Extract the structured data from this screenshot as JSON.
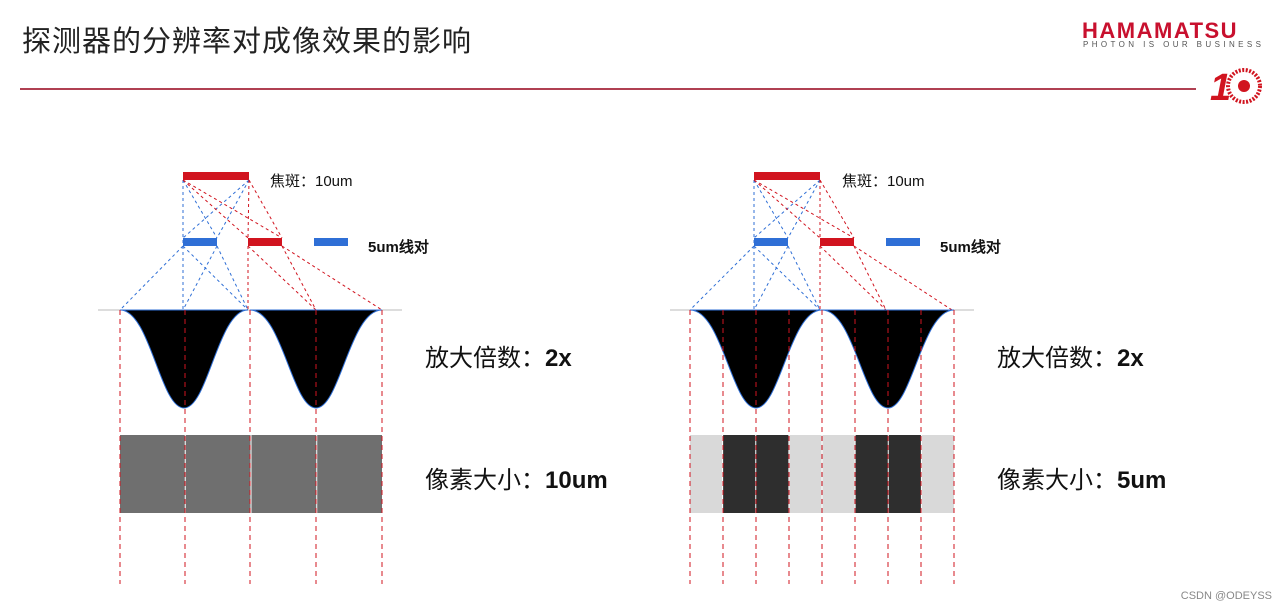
{
  "title": "探测器的分辨率对成像效果的影响",
  "logo": {
    "name": "HAMAMATSU",
    "tagline": "PHOTON IS OUR BUSINESS",
    "anniversary_mark": "10"
  },
  "colors": {
    "accent_red": "#d1141f",
    "line_blue": "#2f6fd6",
    "rule": "#b04052",
    "peak_fill": "#000000"
  },
  "panels": [
    {
      "spot_label": "焦斑：10um",
      "pair_label": "5um线对",
      "magnification_label": "放大倍数：",
      "magnification_value": "2x",
      "pixel_label": "像素大小：",
      "pixel_value": "10um",
      "pixel_shades": [
        "#6f6f6f",
        "#6f6f6f",
        "#6f6f6f",
        "#6f6f6f"
      ]
    },
    {
      "spot_label": "焦斑：10um",
      "pair_label": "5um线对",
      "magnification_label": "放大倍数：",
      "magnification_value": "2x",
      "pixel_label": "像素大小：",
      "pixel_value": "5um",
      "pixel_shades": [
        "#d9d9d9",
        "#2e2e2e",
        "#2e2e2e",
        "#d9d9d9",
        "#d9d9d9",
        "#2e2e2e",
        "#2e2e2e",
        "#d9d9d9"
      ]
    }
  ],
  "watermark": "CSDN @ODEYSS"
}
